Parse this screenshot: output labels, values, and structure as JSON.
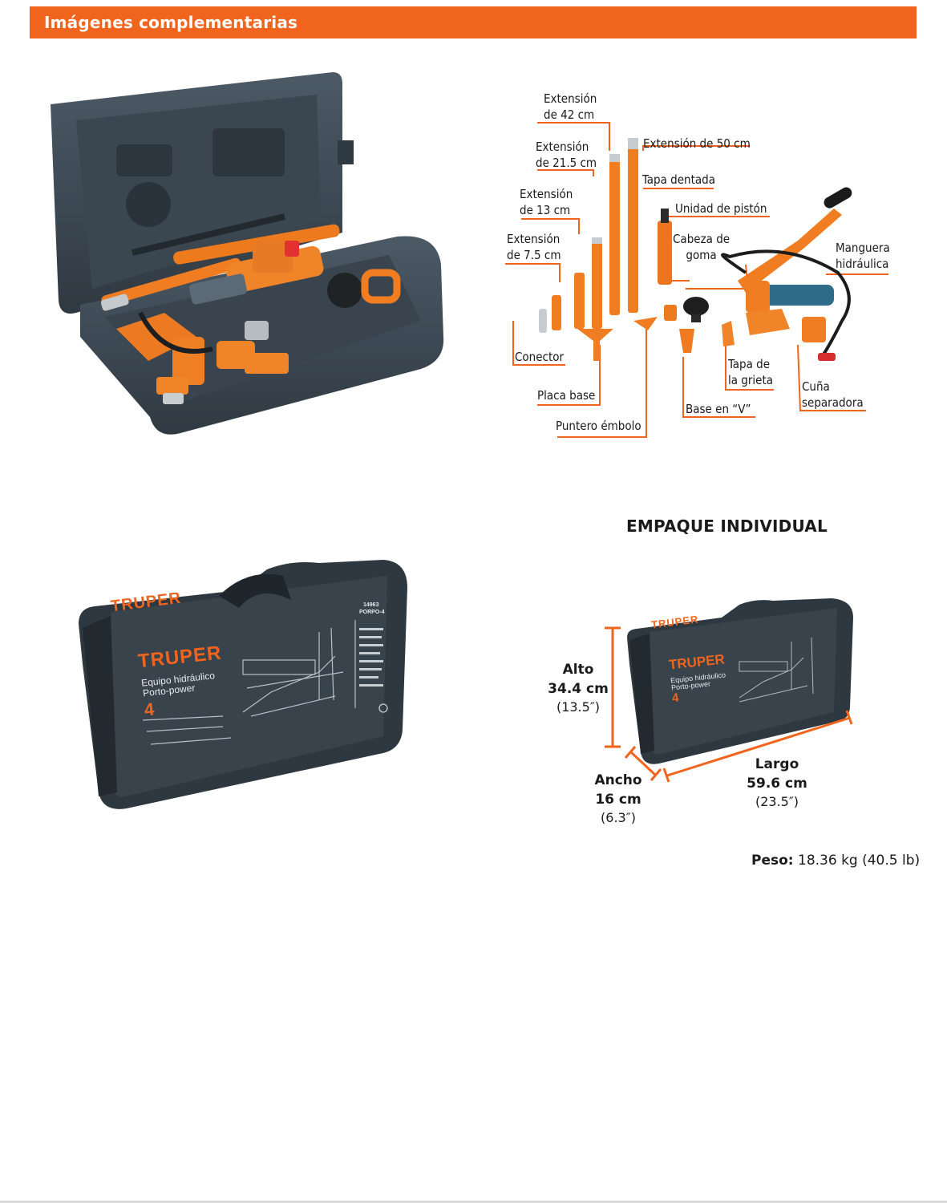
{
  "header": {
    "title": "Imágenes complementarias",
    "color": "#f0641e"
  },
  "parts_diagram": {
    "labels": {
      "ext42_a": "Extensión",
      "ext42_b": "de 42 cm",
      "ext215_a": "Extensión",
      "ext215_b": "de 21.5 cm",
      "ext13_a": "Extensión",
      "ext13_b": "de 13 cm",
      "ext75_a": "Extensión",
      "ext75_b": "de 7.5 cm",
      "ext50": "Extensión de 50 cm",
      "tapa_dentada": "Tapa dentada",
      "unidad_piston": "Unidad de pistón",
      "cabeza_a": "Cabeza de",
      "cabeza_b": "goma",
      "manguera_a": "Manguera",
      "manguera_b": "hidráulica",
      "conector": "Conector",
      "placa_base": "Placa base",
      "puntero": "Puntero émbolo",
      "base_v": "Base en “V”",
      "tapa_grieta_a": "Tapa de",
      "tapa_grieta_b": "la grieta",
      "cuna_a": "Cuña",
      "cuna_b": "separadora"
    }
  },
  "box": {
    "brand": "TRUPER",
    "product_a": "Equipo hidráulico",
    "product_b": "Porto-power",
    "capacity": "4",
    "code": "14963",
    "model": "PORPO-4"
  },
  "package": {
    "heading": "EMPAQUE INDIVIDUAL",
    "alto": {
      "label": "Alto",
      "metric": "34.4 cm",
      "imperial": "(13.5″)"
    },
    "ancho": {
      "label": "Ancho",
      "metric": "16 cm",
      "imperial": "(6.3″)"
    },
    "largo": {
      "label": "Largo",
      "metric": "59.6 cm",
      "imperial": "(23.5″)"
    },
    "weight_label": "Peso:",
    "weight_value": " 18.36 kg (40.5 lb)"
  }
}
